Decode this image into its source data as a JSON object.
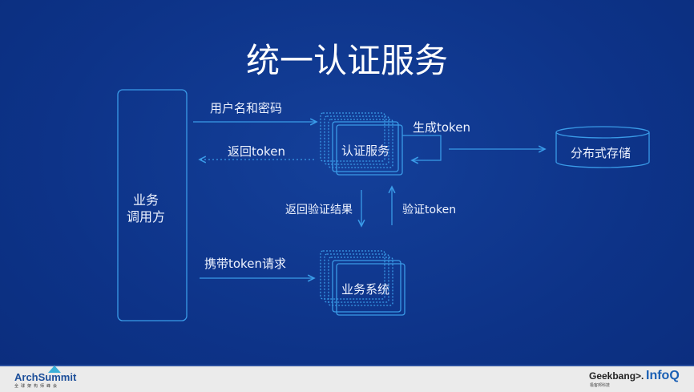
{
  "title": "统一认证服务",
  "nodes": {
    "caller": [
      "业务",
      "调用方"
    ],
    "auth_service": "认证服务",
    "storage": "分布式存储",
    "business_system": "业务系统"
  },
  "edges": {
    "credentials": "用户名和密码",
    "return_token": "返回token",
    "generate_token": "生成token",
    "return_verify_result": "返回验证结果",
    "verify_token": "验证token",
    "request_with_token": "携带token请求"
  },
  "footer": {
    "left_logo": "ArchSummit",
    "left_logo_sub": "全球架构师峰会",
    "right_logo_1": "Geekbang>.",
    "right_logo_1_sub": "极客邦科技",
    "right_logo_2": "InfoQ"
  },
  "colors": {
    "background": "#0d3388",
    "line": "#3a9be8",
    "footer": "#ebebeb"
  }
}
